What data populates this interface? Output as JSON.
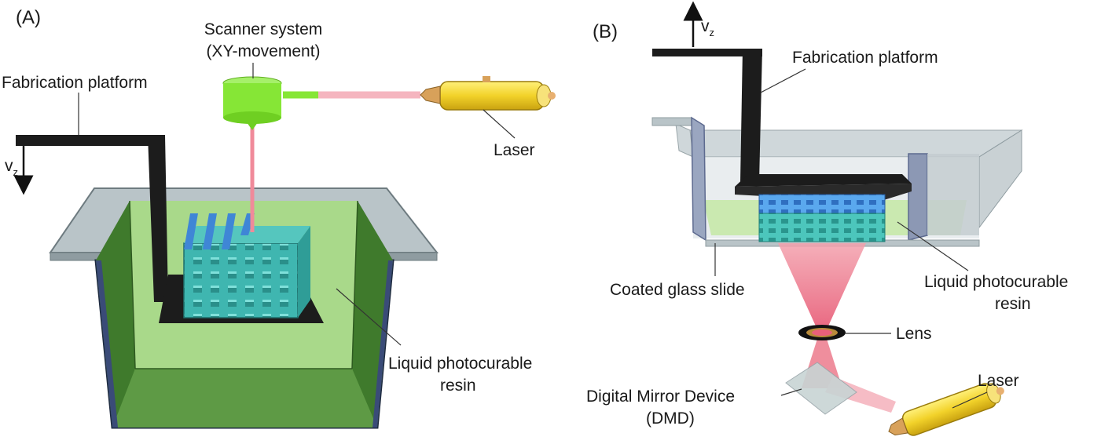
{
  "panel_a": {
    "letter": "(A)",
    "scanner_line1": "Scanner system",
    "scanner_line2": "(XY-movement)",
    "fabrication_platform": "Fabrication platform",
    "laser": "Laser",
    "velocity": "v",
    "velocity_sub": "z",
    "resin_line1": "Liquid photocurable",
    "resin_line2": "resin"
  },
  "panel_b": {
    "letter": "(B)",
    "velocity": "v",
    "velocity_sub": "z",
    "fabrication_platform": "Fabrication platform",
    "coated_glass": "Coated glass slide",
    "resin_line1": "Liquid photocurable",
    "resin_line2": "resin",
    "lens": "Lens",
    "laser": "Laser",
    "dmd_line1": "Digital Mirror Device",
    "dmd_line2": "(DMD)"
  },
  "colors": {
    "resin_dark": "#4f8a3a",
    "resin_light": "#a9d98a",
    "tray_glass": "#b9c4c8",
    "platform": "#1c1c1c",
    "print_blue": "#3f86d6",
    "print_teal": "#3fb6b0",
    "laser_beam": "#f08a9a",
    "scanner": "#86e636",
    "laser_body": "#f2d22a"
  }
}
